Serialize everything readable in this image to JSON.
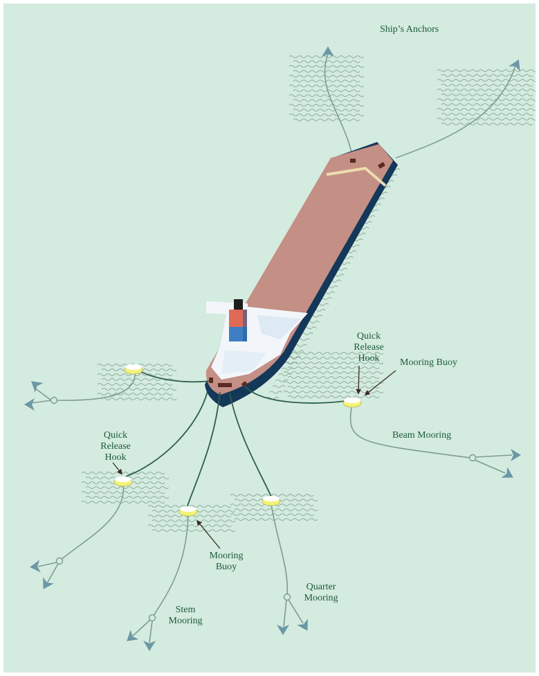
{
  "colors": {
    "sea": "#d4ebdf",
    "waves": "#8fae9f",
    "hull": "#c48f85",
    "hull_shadow": "#14385a",
    "superstructure": "#f2f6fa",
    "funnel_red": "#e06a55",
    "funnel_blue": "#3d7fc2",
    "hawser": "#2d5e4a",
    "buoy": "#f3f27a",
    "anchor": "#6c97a7",
    "anchor_chain": "#7e9c90",
    "label": "#1c5a3a",
    "deck_stripe": "#ecdcae",
    "fitting": "#5a2b22"
  },
  "labels": {
    "ships_anchors": "Ship’s Anchors",
    "quick_release_hook_right": [
      "Quick",
      "Release",
      "Hook"
    ],
    "mooring_buoy_right": "Mooring Buoy",
    "beam_mooring": "Beam Mooring",
    "quick_release_hook_left": [
      "Quick",
      "Release",
      "Hook"
    ],
    "mooring_buoy_bottom": [
      "Mooring",
      "Buoy"
    ],
    "quarter_mooring": [
      "Quarter",
      "Mooring"
    ],
    "stem_mooring": [
      "Stem",
      "Mooring"
    ]
  },
  "icons": {
    "anchor": "anchor-icon",
    "buoy": "mooring-buoy-icon",
    "ship": "tanker-ship-icon"
  }
}
